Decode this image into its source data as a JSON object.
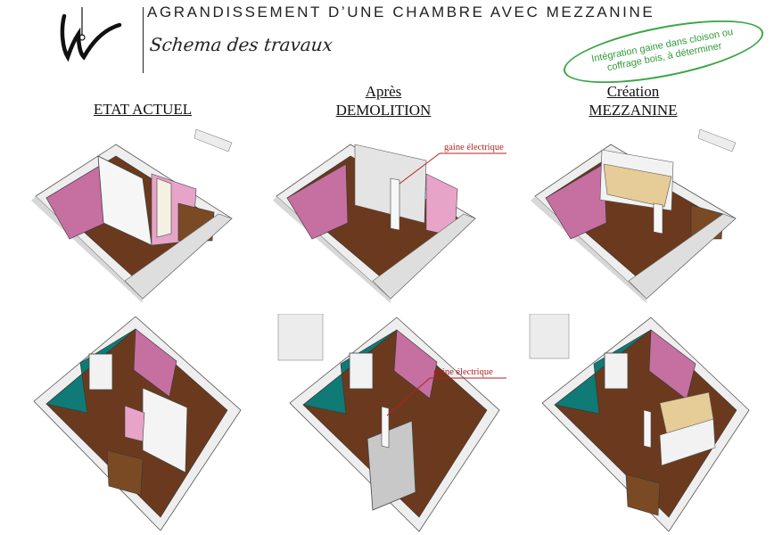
{
  "header": {
    "title": "AGRANDISSEMENT D’UNE CHAMBRE AVEC MEZZANINE",
    "subtitle": "Schema des travaux"
  },
  "stamp": {
    "line1": "Intégration gaine dans cloison ou",
    "line2": "coffrage bois, à déterminer"
  },
  "columns": [
    {
      "line1": "ETAT ACTUEL",
      "line2": ""
    },
    {
      "line1": "Après",
      "line2": "DEMOLITION"
    },
    {
      "line1": "Création",
      "line2": "MEZZANINE"
    }
  ],
  "annotations": {
    "gaine_top": "gaine électrique",
    "gaine_bottom": "gaine électrique"
  },
  "colors": {
    "pink_wall": "#c66fa1",
    "light_pink": "#e7a3c8",
    "teal_wall": "#0f7a76",
    "floor": "#6b3a1e",
    "wall_grey": "#dcdcdc",
    "annotation_red": "#b51f1f",
    "stamp_green": "#3aa745"
  }
}
